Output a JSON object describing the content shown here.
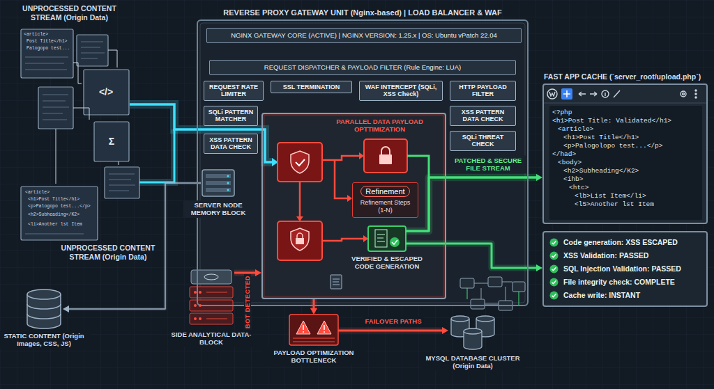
{
  "diagram": {
    "nodes": [
      {
        "text": [
          "REVERSE PROXY GATEWAY UNIT (Nginx-based) | LOAD BALANCER & WAF"
        ]
      },
      {
        "text": [
          "NGINX GATEWAY CORE (ACTIVE) | NGINX VERSION: 1.25.x | OS: Ubuntu vPatch 22.04"
        ],
        "in": 0
      },
      {
        "text": [
          "REQUEST DISPATCHER & PAYLOAD FILTER (Rule Engine: LUA)"
        ],
        "in": 0
      },
      {
        "text": [
          "REQUEST RATE LIMITER"
        ],
        "in": 0
      },
      {
        "text": [
          "SSL TERMINATION"
        ],
        "in": 0
      },
      {
        "text": [
          "WAF INTERCEPT (SQLi, XSS Check)"
        ],
        "in": 0
      },
      {
        "text": [
          "HTTP PAYLOAD FILTER"
        ],
        "in": 0
      },
      {
        "text": [
          "SQLi PATTERN MATCHER"
        ],
        "in": 0
      },
      {
        "text": [
          "XSS PATTERN DATA CHECK"
        ],
        "in": 0
      },
      {
        "text": [
          "XSS PATTERN DATA CHECK"
        ],
        "in": 0
      },
      {
        "text": [
          "SQLi THREAT CHECK"
        ],
        "in": 0
      },
      {
        "text": [
          "PARALLEL DATA PAYLOAD OPTTIMIZATION"
        ],
        "in": 0
      },
      {
        "text": [
          "Refinement",
          "Refinement Steps (1-N)"
        ],
        "in": 11
      },
      {
        "text": [
          "VERIFIED & ESCAPED CODE GENERATION"
        ],
        "in": 11
      },
      {
        "text": [
          "SERVER NODE MEMORY BLOCK"
        ],
        "in": 0
      },
      {
        "text": [
          "FAST APP CACHE (`server_root/upload.php`)",
          "<?php",
          "<h1>Post Title: Validated</h1>",
          "<article>",
          "<h1>Post Title</h1>",
          "<p>Palogolopo test...</p>",
          "</had>",
          "<body>",
          "<h2>Subheading</K2>",
          "<ihb>",
          "<htc>",
          "<lb>List Item</li>",
          "<l5>Another lst Item"
        ]
      },
      {
        "text": [
          "Code generation: XSS ESCAPED",
          "XSS Validation: PASSED",
          "SQL Injection Validation: PASSED",
          "File integrity check: COMPLETE",
          "Cache write: INSTANT"
        ]
      },
      {
        "text": [
          "STATIC CONTENT (Origin Images, CSS, JS)"
        ]
      },
      {
        "text": [
          "SIDE ANALYTICAL DATA-BLOCK"
        ]
      },
      {
        "text": [
          "PAYLOAD OPTIMIZATION BOTTLENECK"
        ]
      },
      {
        "text": [
          "MYSQL DATABASE CLUSTER (Origin Data)"
        ]
      }
    ],
    "edges": [
      {
        "from": 18,
        "to": 11,
        "arrow": "to"
      },
      {
        "from": 14,
        "to": 17,
        "arrow": "to"
      },
      {
        "from": 11,
        "to": 19,
        "arrow": "to"
      },
      {
        "from": 19,
        "to": 20,
        "arrow": "to",
        "label": "FAILOVER PATHS"
      },
      {
        "from": 13,
        "to": 15,
        "arrow": "to",
        "label": "PATCHED & SECURE FILE STREAM"
      },
      {
        "from": 13,
        "to": 16,
        "arrow": "to"
      }
    ],
    "labels": [
      "UNPROCESSED CONTENT STREAM (Origin Data)",
      "UNPROCESSED CONTENT STREAM (Origin Data)",
      "BOT DETECTED",
      "<article>",
      "Post Title</h1>",
      "Palogopo test...",
      "</>",
      "Σ",
      "<article>",
      "<h1>Post Title</h1>",
      "<p>Palogopo test...</p>",
      "<h2>Subheading</K2>",
      "<li>Another lst Item"
    ]
  }
}
